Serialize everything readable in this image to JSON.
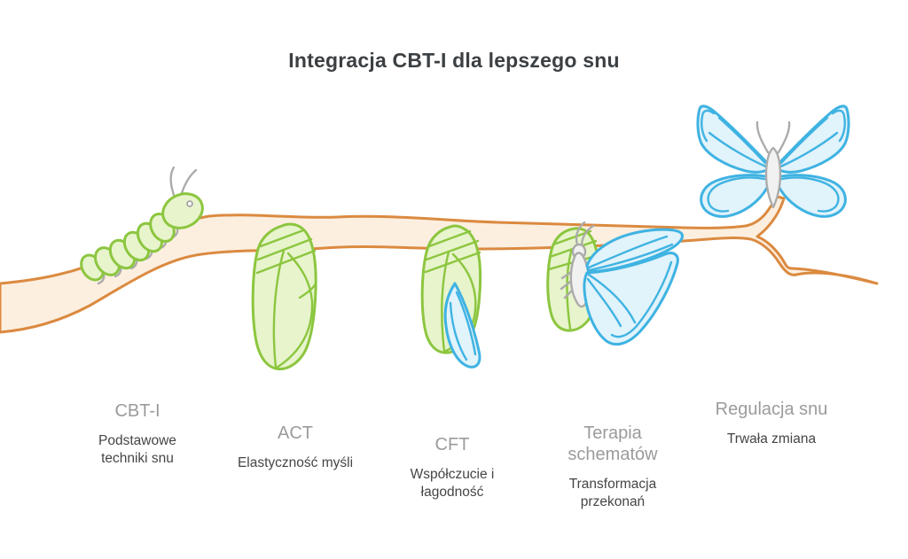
{
  "title": "Integracja CBT-I dla lepszego snu",
  "stages": [
    {
      "name": "CBT-I",
      "description": "Podstawowe techniki snu",
      "icon": "caterpillar-icon"
    },
    {
      "name": "ACT",
      "description": "Elastyczność myśli",
      "icon": "chrysalis-icon"
    },
    {
      "name": "CFT",
      "description": "Współczucie i łagodność",
      "icon": "chrysalis-hatching-icon"
    },
    {
      "name": "Terapia schematów",
      "description": "Transformacja przekonań",
      "icon": "butterfly-emerging-icon"
    },
    {
      "name": "Regulacja snu",
      "description": "Trwała zmiana",
      "icon": "butterfly-icon"
    }
  ],
  "illustration": {
    "theme": "metamorphosis from caterpillar to butterfly along a branch",
    "icons": [
      "branch-icon",
      "caterpillar-icon",
      "chrysalis-icon",
      "chrysalis-hatching-icon",
      "butterfly-emerging-icon",
      "butterfly-icon"
    ]
  },
  "colors": {
    "background": "#FFFFFF",
    "title_text": "#3C4043",
    "stage_name_text": "#9B9B9B",
    "stage_description_text": "#454545",
    "green_outline": "#8CC63F",
    "green_fill": "#E7F4CC",
    "blue_outline": "#3FB3E2",
    "blue_fill": "#E1F3FB",
    "branch_outline": "#DB8A40",
    "branch_fill": "#FCEFE0",
    "gray_detail": "#ABABAB"
  }
}
